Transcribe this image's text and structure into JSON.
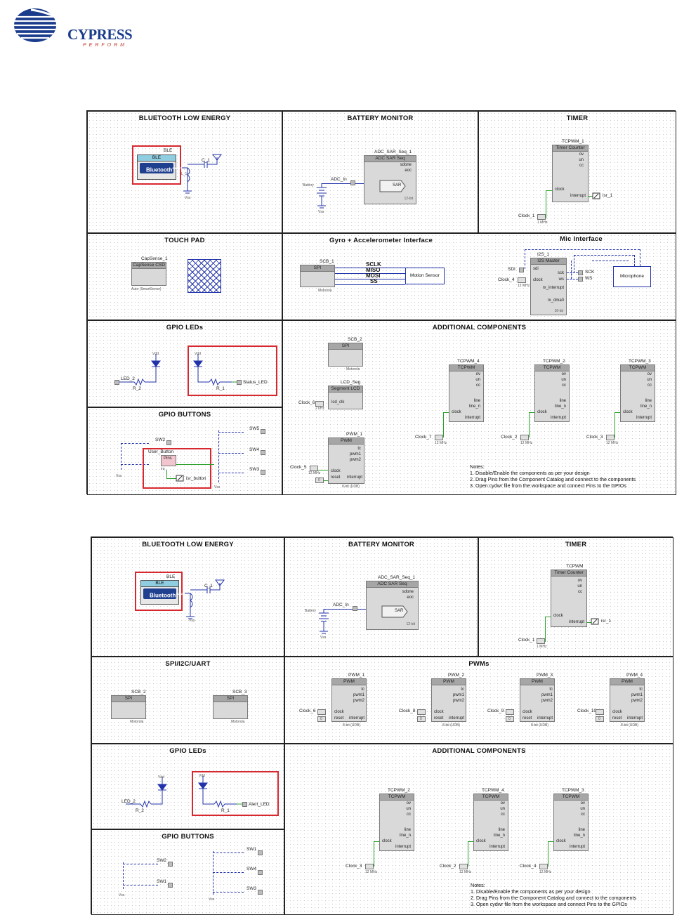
{
  "logo": {
    "text": "CYPRESS",
    "tagline": "PERFORM"
  },
  "notes": {
    "title": "Notes:",
    "lines": [
      "1. Disable/Enable the components as per your design",
      "2. Drag Pins from the Component Catalog and connect to the components",
      "3. Open cydwr file from the workspace and connect Pins to the GPIOs"
    ]
  },
  "top": {
    "panels": {
      "ble": "BLUETOOTH LOW ENERGY",
      "battery": "BATTERY MONITOR",
      "timer": "TIMER",
      "touch": "TOUCH PAD",
      "gyro": "Gyro + Accelerometer Interface",
      "mic": "Mic Interface",
      "leds": "GPIO LEDs",
      "buttons": "GPIO BUTTONS",
      "additional": "ADDITIONAL COMPONENTS"
    },
    "ble": {
      "name": "BLE",
      "header": "BLE",
      "logo": "Bluetooth",
      "sub": "SMART",
      "cap": "C_1",
      "ind": "L_1",
      "vss": "Vss"
    },
    "battery": {
      "comp": "ADC_SAR_Seq_1",
      "header": "ADC SAR Seq",
      "pins": [
        "sdone",
        "eoc"
      ],
      "sar": "SAR",
      "bits": "12-bit",
      "input": "ADC_In",
      "src": "Battery",
      "vss": "Vss"
    },
    "timer": {
      "comp": "TCPWM_1",
      "header": "Timer Counter",
      "pins": [
        "ov",
        "un",
        "cc"
      ],
      "clock_pin": "clock",
      "int_pin": "interrupt",
      "isr": "isr_1",
      "clock": "Clock_1",
      "freq": "1 MHz"
    },
    "touch": {
      "comp": "CapSense_1",
      "header": "CapSense CSD",
      "mode": "Auto (SmartSense)"
    },
    "gyro": {
      "comp": "SCB_1",
      "header": "SPI",
      "proto": "Motorola",
      "signals": [
        "SCLK",
        "MISO",
        "MOSI",
        "SS"
      ],
      "sensor": "Motion Sensor"
    },
    "mic": {
      "comp": "I2S_1",
      "header": "I2S Master",
      "sdi": "SDI",
      "clock": "Clock_4",
      "freq": "12 MHz",
      "pins_l": [
        "sdi",
        "clock"
      ],
      "pins_r": [
        "sck",
        "ws"
      ],
      "int1": "rx_interrupt",
      "int2": "rx_dma0",
      "bits": "16-bit",
      "sck": "SCK",
      "ws": "WS",
      "mic": "Microphone"
    },
    "leds": {
      "vdd": "Vdd",
      "led2": "LED_2",
      "r2": "R_2",
      "r1": "R_1",
      "status": "Status_LED"
    },
    "buttons": {
      "sw2": "SW2",
      "sw5": "SW5",
      "sw4": "SW4",
      "sw3": "SW3",
      "user": "User_Button",
      "pins": "Pins",
      "isr": "isr_button",
      "irq": "irq",
      "vss": "Vss"
    },
    "add": {
      "scb2": {
        "name": "SCB_2",
        "header": "SPI",
        "proto": "Motorola"
      },
      "lcd": {
        "name": "LCD_Seg",
        "header": "Segment LCD",
        "pin": "lcd_clk",
        "clock": "Clock_6",
        "freq": "2 kHz"
      },
      "pwm1": {
        "name": "PWM_1",
        "header": "PWM",
        "pins": [
          "tc",
          "pwm1",
          "pwm2"
        ],
        "clk": "clock",
        "reset": "reset",
        "int": "interrupt",
        "clock": "Clock_5",
        "freq": "12 MHz",
        "bits": "8-bit (UDB)",
        "zero": "0"
      },
      "tcpwm": [
        {
          "name": "TCPWM_4",
          "clock": "Clock_7",
          "freq": "12 MHz"
        },
        {
          "name": "TCPWM_2",
          "clock": "Clock_2",
          "freq": "12 MHz"
        },
        {
          "name": "TCPWM_3",
          "clock": "Clock_3",
          "freq": "12 MHz"
        }
      ],
      "tc_header": "TCPWM",
      "tc_pins": [
        "ov",
        "un",
        "cc",
        "line",
        "line_n",
        "clock",
        "interrupt"
      ]
    }
  },
  "bottom": {
    "panels": {
      "ble": "BLUETOOTH LOW ENERGY",
      "battery": "BATTERY MONITOR",
      "timer": "TIMER",
      "spi": "SPI/I2C/UART",
      "pwms": "PWMs",
      "leds": "GPIO LEDs",
      "buttons": "GPIO BUTTONS",
      "additional": "ADDITIONAL COMPONENTS"
    },
    "timer": {
      "comp": "TCPWM",
      "header": "Timer Counter",
      "clock": "Clock_1",
      "freq": "1 MHz"
    },
    "spi": [
      {
        "name": "SCB_2",
        "header": "SPI",
        "proto": "Motorola"
      },
      {
        "name": "SCB_3",
        "header": "SPI",
        "proto": "Motorola"
      }
    ],
    "pwms": [
      {
        "name": "PWM_1",
        "clock": "Clock_6"
      },
      {
        "name": "PWM_2",
        "clock": "Clock_8"
      },
      {
        "name": "PWM_3",
        "clock": "Clock_9"
      },
      {
        "name": "PWM_4",
        "clock": "Clock_10"
      }
    ],
    "leds": {
      "vdd": "Vdd",
      "led2": "LED_2",
      "r2": "R_2",
      "r1": "R_1",
      "alert": "Alert_LED"
    },
    "buttons": {
      "sw2": "SW2",
      "sw1b": "SW1",
      "sw1": "SW1",
      "sw4": "SW4",
      "sw3": "SW3",
      "vss": "Vss"
    },
    "tcpwm": [
      {
        "name": "TCPWM_2",
        "clock": "Clock_3",
        "freq": "12 MHz"
      },
      {
        "name": "TCPWM_4",
        "clock": "Clock_2",
        "freq": "12 MHz"
      },
      {
        "name": "TCPWM_3",
        "clock": "Clock_4",
        "freq": "12 MHz"
      }
    ]
  }
}
